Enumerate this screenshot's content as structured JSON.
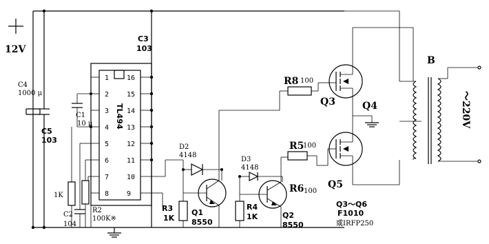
{
  "labels": {
    "plus": "+",
    "supply": "12V",
    "c3_name": "C3",
    "c3_value": "103",
    "c4_name": "C4",
    "c4_value": "1000 μ",
    "c5_name": "C5",
    "c5_value": "103",
    "c1_name": "C1",
    "c1_value": "10 μ",
    "ic": "TL494",
    "r1_value": "1K",
    "c2_name": "C2",
    "c2_value": "104",
    "r2_name": "R2",
    "r2_value": "100K※",
    "d2_name": "D2",
    "d2_value": "4148",
    "d3_name": "D3",
    "d3_value": "4148",
    "r3_name": "R3",
    "r3_value": "1K",
    "q1_name": "Q1",
    "q1_value": "8550",
    "r4_name": "R4",
    "r4_value": "1K",
    "q2_name": "Q2",
    "q2_value": "8550",
    "r6_name": "R6",
    "r6_value": "100",
    "r8_name": "R8",
    "r8_value": "100",
    "r5_name": "R5",
    "r5_value": "100",
    "q3_name": "Q3",
    "q4_name": "Q4",
    "q5_name": "Q5",
    "mos_range": "Q3～Q6",
    "mos_part": "F1010",
    "mos_alt": "或IRFP250",
    "transformer": "B",
    "output": "～220V"
  },
  "ic_pins": {
    "left": [
      "1",
      "2",
      "3",
      "4",
      "5",
      "6",
      "7",
      "8"
    ],
    "right": [
      "16",
      "15",
      "14",
      "13",
      "12",
      "11",
      "10",
      "9"
    ]
  }
}
